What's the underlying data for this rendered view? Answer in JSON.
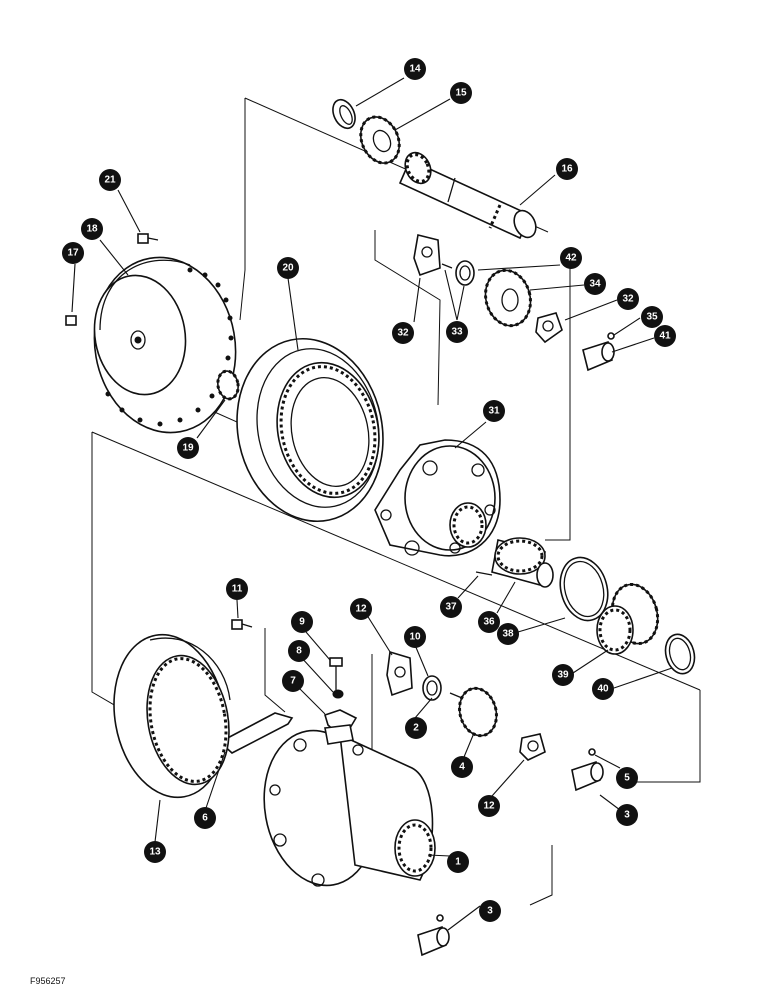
{
  "figure_code": "F956257",
  "callouts": [
    {
      "id": "c14",
      "label": "14"
    },
    {
      "id": "c15",
      "label": "15"
    },
    {
      "id": "c16",
      "label": "16"
    },
    {
      "id": "c21",
      "label": "21"
    },
    {
      "id": "c18",
      "label": "18"
    },
    {
      "id": "c17",
      "label": "17"
    },
    {
      "id": "c20",
      "label": "20"
    },
    {
      "id": "c19",
      "label": "19"
    },
    {
      "id": "c42",
      "label": "42"
    },
    {
      "id": "c34",
      "label": "34"
    },
    {
      "id": "c32a",
      "label": "32"
    },
    {
      "id": "c32b",
      "label": "32"
    },
    {
      "id": "c33",
      "label": "33"
    },
    {
      "id": "c35",
      "label": "35"
    },
    {
      "id": "c41",
      "label": "41"
    },
    {
      "id": "c31",
      "label": "31"
    },
    {
      "id": "c37",
      "label": "37"
    },
    {
      "id": "c36",
      "label": "36"
    },
    {
      "id": "c38",
      "label": "38"
    },
    {
      "id": "c39",
      "label": "39"
    },
    {
      "id": "c40",
      "label": "40"
    },
    {
      "id": "c11",
      "label": "11"
    },
    {
      "id": "c9",
      "label": "9"
    },
    {
      "id": "c12a",
      "label": "12"
    },
    {
      "id": "c10",
      "label": "10"
    },
    {
      "id": "c8",
      "label": "8"
    },
    {
      "id": "c7",
      "label": "7"
    },
    {
      "id": "c2",
      "label": "2"
    },
    {
      "id": "c4",
      "label": "4"
    },
    {
      "id": "c12b",
      "label": "12"
    },
    {
      "id": "c5",
      "label": "5"
    },
    {
      "id": "c3a",
      "label": "3"
    },
    {
      "id": "c6",
      "label": "6"
    },
    {
      "id": "c13",
      "label": "13"
    },
    {
      "id": "c1",
      "label": "1"
    },
    {
      "id": "c3b",
      "label": "3"
    }
  ]
}
